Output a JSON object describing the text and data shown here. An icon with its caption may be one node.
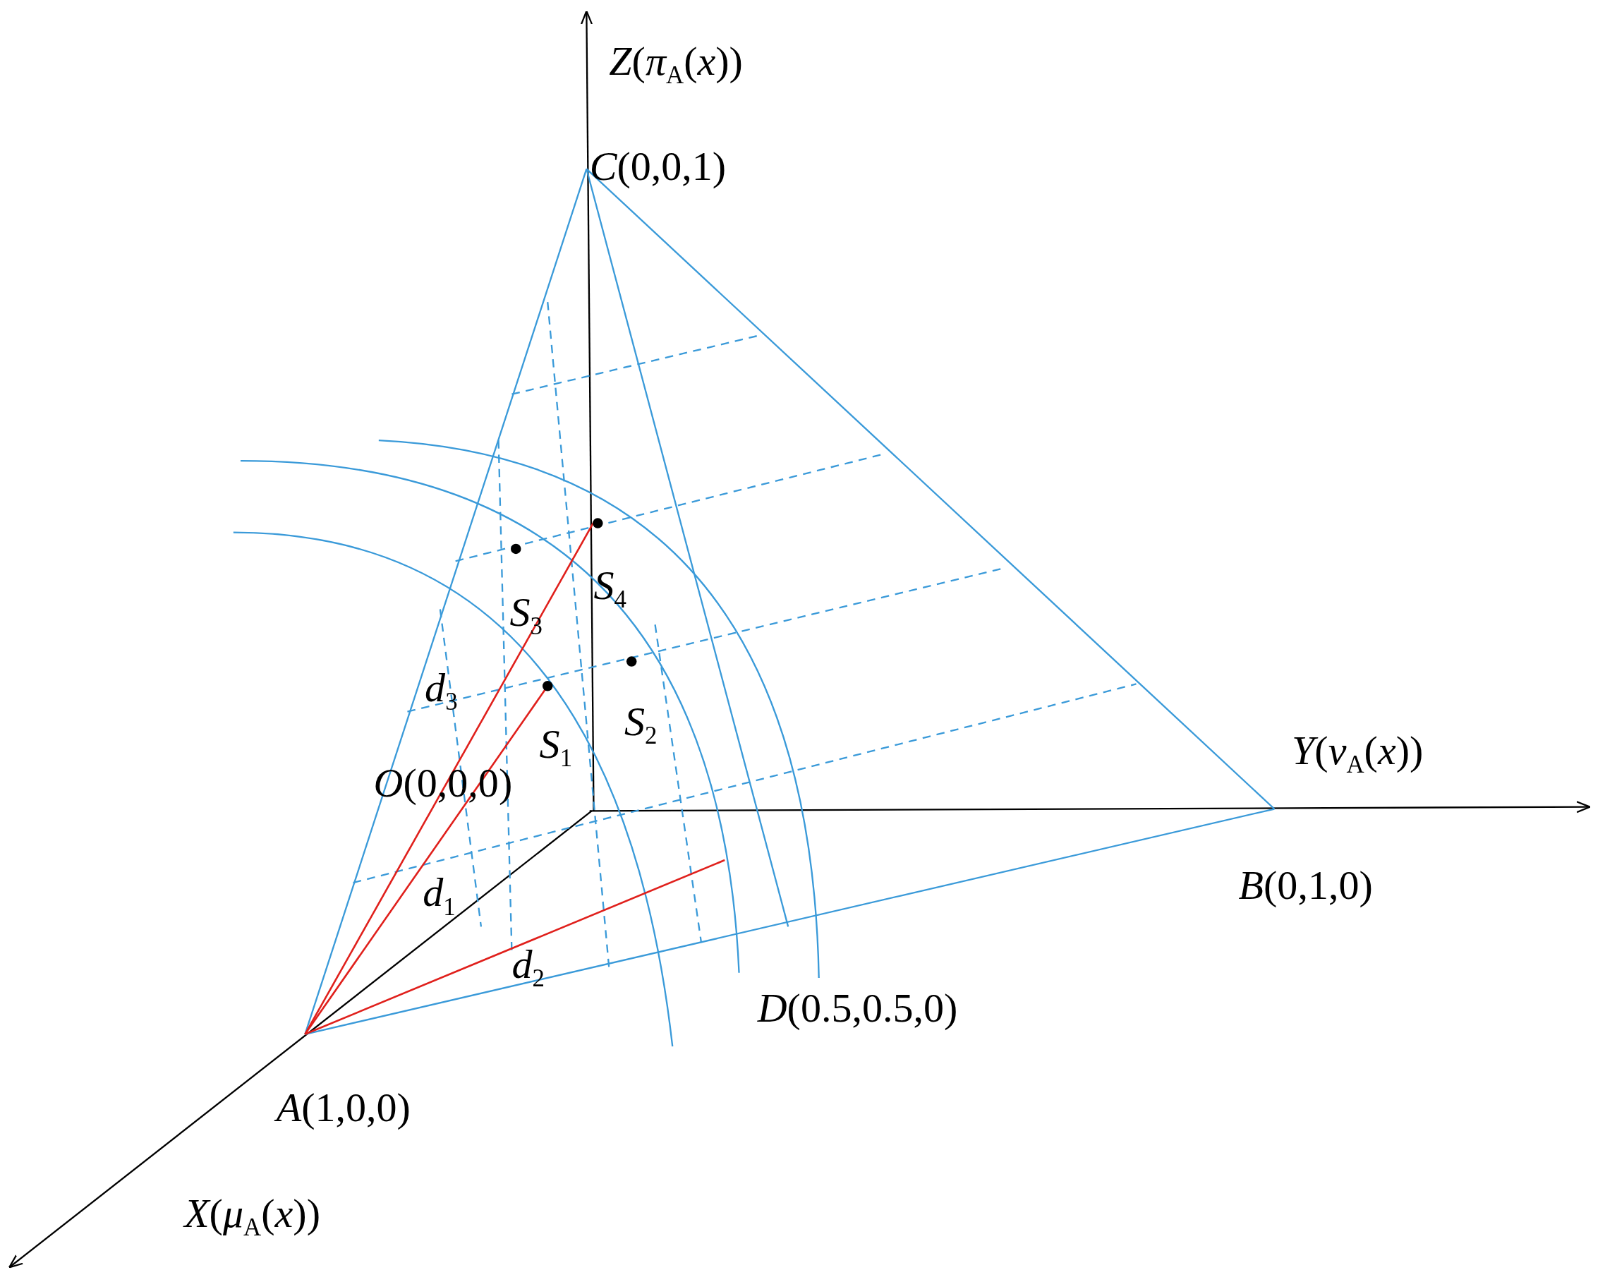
{
  "diagram": {
    "labels": [
      "*Z*(*π*$_{A}$(*x*))",
      "*C*(0,0,1)",
      "*S*$_{4}$",
      "*S*$_{3}$",
      "*d*$_{3}$",
      "*S*$_{1}$",
      "*S*$_{2}$",
      "*Y*(*ν*$_{A}$(*x*))",
      "*O*(0,0,0)",
      "*d*$_{1}$",
      "*B*(0,1,0)",
      "*d*$_{2}$",
      "*D*(0.5,0.5,0)",
      "*A*(1,0,0)",
      "*X*(*μ*$_{A}$(*x*))"
    ]
  }
}
